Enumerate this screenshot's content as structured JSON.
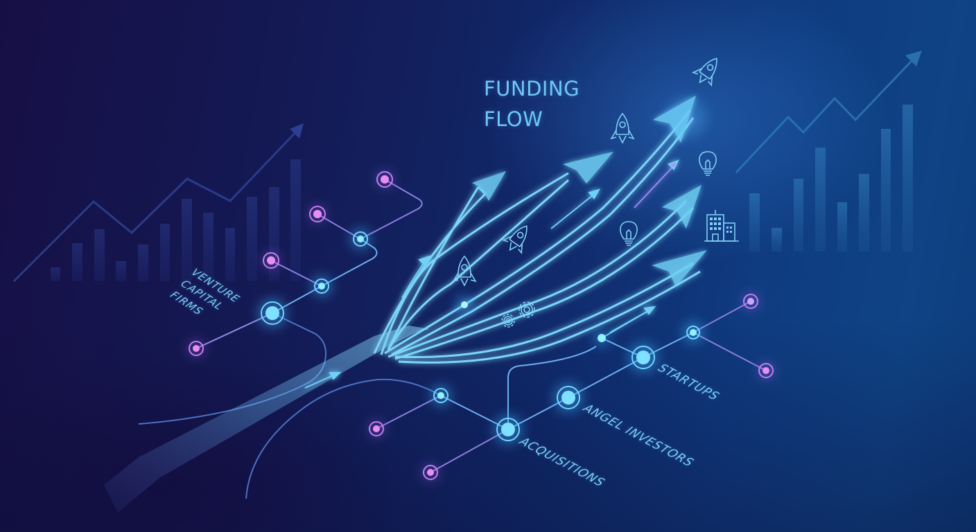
{
  "title": {
    "line1": "FUNDING",
    "line2": "FLOW"
  },
  "nodes": {
    "venture_capital": "VENTURE",
    "venture_capital_2": "CAPITAL",
    "venture_capital_3": "FIRMS",
    "startups": "STARTUPS",
    "angel_investors": "ANGEL INVESTORS",
    "acquisitions": "ACQUISITIONS"
  },
  "icons": [
    "rocket-icon",
    "rocket-icon",
    "rocket-icon",
    "rocket-icon",
    "lightbulb-icon",
    "lightbulb-icon",
    "building-icon",
    "gears-icon"
  ],
  "colors": {
    "background_left": "#160f45",
    "background_right": "#0f4385",
    "flow_arrow": "#6fd0f5",
    "node_cyan": "#5fd8ff",
    "node_purple": "#c77df0",
    "title_text": "#6fc8f4"
  },
  "background_charts": {
    "left": {
      "bars": [
        8,
        18,
        24,
        10,
        18,
        26,
        36,
        32,
        24,
        38,
        44,
        58
      ]
    },
    "right": {
      "bars": [
        40,
        18,
        50,
        70,
        34,
        54,
        84,
        100
      ]
    }
  }
}
